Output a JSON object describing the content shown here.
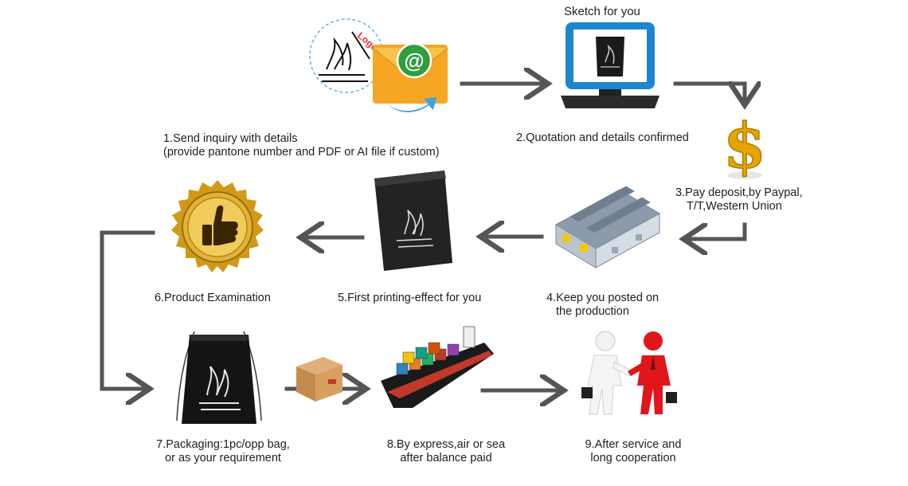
{
  "steps": [
    {
      "label_lines": [
        "1.Send inquiry with details",
        "(provide pantone number and PDF or AI file if custom)"
      ]
    },
    {
      "label_lines": [
        "2.Quotation and details confirmed"
      ],
      "header": "Sketch for you"
    },
    {
      "label_lines": [
        "3.Pay deposit,by Paypal,",
        "T/T,Western Union"
      ]
    },
    {
      "label_lines": [
        "4.Keep you posted on",
        "the production"
      ]
    },
    {
      "label_lines": [
        "5.First printing-effect for you"
      ]
    },
    {
      "label_lines": [
        "6.Product Examination"
      ]
    },
    {
      "label_lines": [
        "7.Packaging:1pc/opp bag,",
        "or as your requirement"
      ]
    },
    {
      "label_lines": [
        "8.By express,air or sea",
        "after balance paid"
      ]
    },
    {
      "label_lines": [
        "9.After service and",
        "long cooperation"
      ]
    }
  ],
  "logo_text": "Logo",
  "email_symbol": "@",
  "currency_symbol": "$",
  "colors": {
    "arrow": "#555555",
    "envelope": "#f5a623",
    "email_badge": "#2e9e3e",
    "laptop_screen": "#1c86d1",
    "dollar": "#e5a400",
    "seal": "#d09a18",
    "figure_red": "#e0161b"
  },
  "icons": {
    "step1": "email-logo-icon",
    "step2": "laptop-sketch-icon",
    "step3": "dollar-icon",
    "step4": "factory-icon",
    "step5": "printed-fabric-icon",
    "step6": "approval-seal-icon",
    "step7": "drawstring-bag-icon",
    "step8": "parcel-and-ship-icon",
    "step9": "handshake-icon"
  }
}
